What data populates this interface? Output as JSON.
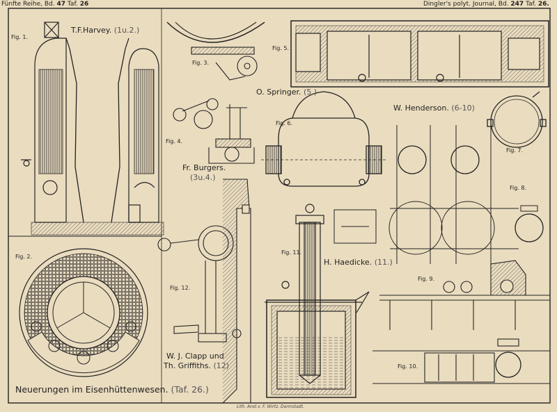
{
  "header": {
    "left_series": "Fünfte Reihe, Bd.",
    "left_volume": "47",
    "left_plate_label": "Taf.",
    "left_plate_number": "26",
    "right_journal": "Dingler's polyt. Journal, Bd.",
    "right_volume": "247",
    "right_plate_label": "Taf.",
    "right_plate_number": "26."
  },
  "figures": {
    "fig1": "Fig. 1.",
    "fig2": "Fig. 2.",
    "fig3": "Fig. 3.",
    "fig4": "Fig. 4.",
    "fig5": "Fig. 5.",
    "fig6": "Fig. 6.",
    "fig7": "Fig. 7.",
    "fig8": "Fig. 8.",
    "fig9": "Fig. 9.",
    "fig10": "Fig. 10.",
    "fig11": "Fig. 11.",
    "fig12": "Fig. 12."
  },
  "authors": {
    "harvey": "T.F.Harvey.",
    "harvey_ref": "(1u.2.)",
    "burgers": "Fr. Burgers.",
    "burgers_ref": "(3u.4.)",
    "springer": "O. Springer.",
    "springer_ref": "(5.)",
    "henderson": "W. Henderson.",
    "henderson_ref": "(6-10)",
    "haedicke": "H. Haedicke.",
    "haedicke_ref": "(11.)",
    "clapp_line1": "W. J. Clapp und",
    "clapp_line2": "Th. Griffiths.",
    "clapp_ref": "(12)"
  },
  "caption": {
    "title": "Neuerungen im Eisenhüttenwesen.",
    "plate": "(Taf. 26.)"
  },
  "imprint": "Lith. Anst.v. F. Wirtz, Darmstadt."
}
